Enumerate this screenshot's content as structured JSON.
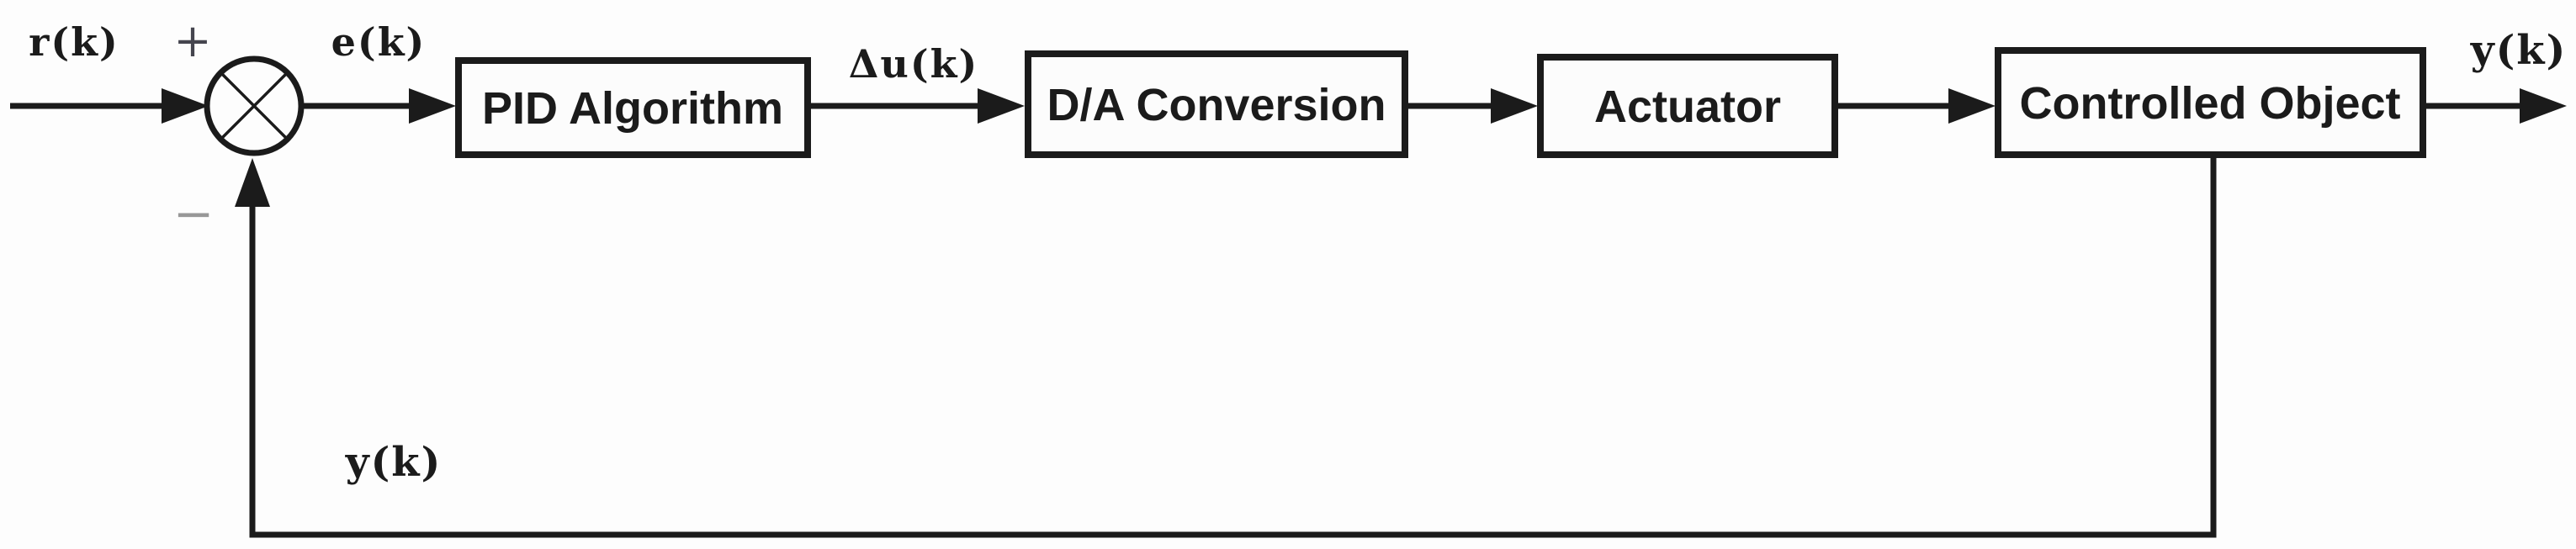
{
  "diagram": {
    "kind": "closed-loop digital PID control system block diagram",
    "signals": {
      "reference": "r(k)",
      "sum_plus": "+",
      "error": "e(k)",
      "control_increment": "Δu(k)",
      "sum_minus": "−",
      "output": "y(k)",
      "feedback": "y(k)"
    },
    "summing_junction": {
      "icon": "circle-with-cross-icon"
    },
    "blocks": [
      {
        "id": "pid-algorithm",
        "label": "PID Algorithm"
      },
      {
        "id": "da-conversion",
        "label": "D/A Conversion"
      },
      {
        "id": "actuator",
        "label": "Actuator"
      },
      {
        "id": "controlled-object",
        "label": "Controlled Object"
      }
    ],
    "connections": [
      {
        "from": "reference-input",
        "to": "summing-junction",
        "label": "r(k)",
        "sign": "+"
      },
      {
        "from": "summing-junction",
        "to": "pid-algorithm",
        "label": "e(k)"
      },
      {
        "from": "pid-algorithm",
        "to": "da-conversion",
        "label": "Δu(k)"
      },
      {
        "from": "da-conversion",
        "to": "actuator",
        "label": ""
      },
      {
        "from": "actuator",
        "to": "controlled-object",
        "label": ""
      },
      {
        "from": "controlled-object",
        "to": "system-output",
        "label": "y(k)"
      },
      {
        "from": "controlled-object",
        "to": "summing-junction",
        "label": "y(k)",
        "sign": "−",
        "path": "feedback-loop"
      }
    ],
    "colors": {
      "ink": "#1b1b1b",
      "background": "#fdfdfd",
      "block_fill": "#fcfcfc",
      "plus_gray": "#45454e",
      "minus_gray": "#989898"
    }
  }
}
